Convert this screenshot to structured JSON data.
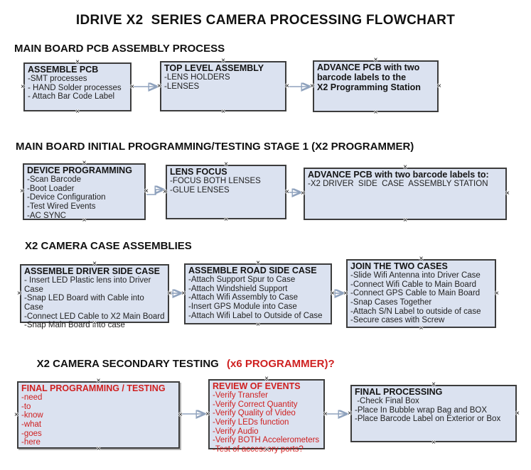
{
  "title": "IDRIVE X2  SERIES CAMERA PROCESSING FLOWCHART",
  "palette": {
    "box_fill": "#dbe2f0",
    "box_border": "#3c3c3c",
    "red_text": "#cf2020",
    "arrow_line": "#8fa2bd",
    "arrow_head": "#27468c"
  },
  "connection_point_glyph": "×",
  "sections": [
    {
      "heading": "MAIN BOARD PCB ASSEMBLY PROCESS",
      "boxes": [
        {
          "title": "ASSEMBLE PCB",
          "items": [
            "-SMT processes",
            "- HAND Solder processes",
            "- Attach Bar Code Label"
          ]
        },
        {
          "title": "TOP LEVEL ASSEMBLY",
          "items": [
            "-LENS HOLDERS",
            "-LENSES"
          ]
        },
        {
          "title": "ADVANCE PCB with two\nbarcode labels to the\n X2 Programming Station",
          "items": []
        }
      ]
    },
    {
      "heading": "MAIN BOARD INITIAL PROGRAMMING/TESTING STAGE 1 (X2 PROGRAMMER)",
      "boxes": [
        {
          "title": "DEVICE PROGRAMMING",
          "items": [
            "-Scan Barcode",
            "-Boot Loader",
            "-Device Configuration",
            "-Test Wired Events",
            "-AC SYNC"
          ]
        },
        {
          "title": "LENS FOCUS",
          "items": [
            "-FOCUS BOTH LENSES",
            "-GLUE LENSES"
          ]
        },
        {
          "title": "ADVANCE PCB with two barcode labels to:",
          "items": [
            "-X2 DRIVER  SIDE  CASE  ASSEMBLY STATION"
          ]
        }
      ]
    },
    {
      "heading": "X2 CAMERA CASE ASSEMBLIES",
      "boxes": [
        {
          "title": "ASSEMBLE DRIVER SIDE CASE",
          "items": [
            "- Insert LED Plastic lens into Driver Case",
            "-Snap LED Board with Cable into Case",
            "-Connect LED Cable to X2 Main Board",
            "-Snap Main Board into case"
          ]
        },
        {
          "title": "ASSEMBLE ROAD SIDE CASE",
          "items": [
            "-Attach Support Spur to Case",
            "-Attach Windshield Support",
            "-Attach Wifi Assembly to Case",
            "-Insert GPS Module into Case",
            "-Attach Wifi Label to Outside of Case"
          ]
        },
        {
          "title": "JOIN THE TWO CASES",
          "items": [
            "-Slide Wifi Antenna into Driver Case",
            "-Connect Wifi Cable to Main Board",
            "-Connect GPS Cable to Main Board",
            "-Snap Cases Together",
            "-Attach S/N Label to outside of case",
            "-Secure cases with Screw"
          ]
        }
      ]
    },
    {
      "heading": "X2 CAMERA SECONDARY TESTING ",
      "heading_suffix": "(x6 PROGRAMMER)?",
      "boxes": [
        {
          "title": "FINAL PROGRAMMING / TESTING",
          "items": [
            "-need",
            "-to",
            "-know",
            "-what",
            "-goes",
            "-here"
          ]
        },
        {
          "title": "REVIEW OF EVENTS",
          "items": [
            "-Verify Transfer",
            "-Verify Correct Quantity",
            "-Verify Quality of Video",
            "-Verify LEDs function",
            "-Verify Audio",
            "-Verify BOTH Accelerometers",
            "-Test of accessory ports?"
          ]
        },
        {
          "title": "FINAL PROCESSING",
          "items": [
            " -Check Final Box",
            "-Place In Bubble wrap Bag and BOX",
            "-Place Barcode Label on Exterior or Box"
          ]
        }
      ]
    }
  ]
}
